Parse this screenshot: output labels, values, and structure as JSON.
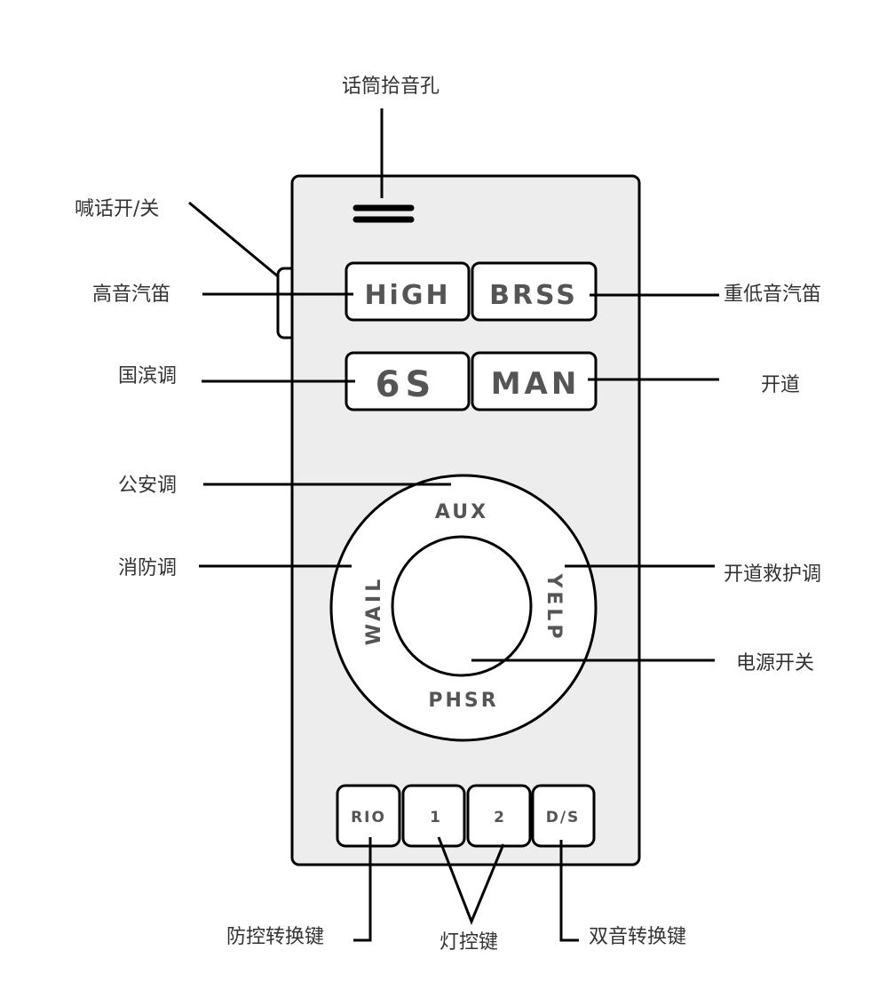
{
  "colors": {
    "body_fill": "#ededed",
    "button_fill": "#ffffff",
    "outline": "#000000",
    "button_text": "#555555",
    "callout_text": "#333333"
  },
  "device": {
    "mic_icon": "microphone-grille-icon",
    "buttons": {
      "high": "HiGH",
      "brss": "BRSS",
      "six_s": "6S",
      "man": "MAN",
      "rio": "RIO",
      "light1": "1",
      "light2": "2",
      "ds": "D/S"
    },
    "dial": {
      "top": "AUX",
      "left": "WAIL",
      "right": "YELP",
      "bottom": "PHSR"
    }
  },
  "callouts": {
    "mic": "话筒拾音孔",
    "ptt": "喊话开/关",
    "high": "高音汽笛",
    "bass": "重低音汽笛",
    "anthem": "国滨调",
    "clear_way": "开道",
    "police": "公安调",
    "fire": "消防调",
    "ambulance": "开道救护调",
    "power": "电源开关",
    "rio_key": "防控转换键",
    "light_key": "灯控键",
    "dual_tone_key": "双音转换键"
  }
}
